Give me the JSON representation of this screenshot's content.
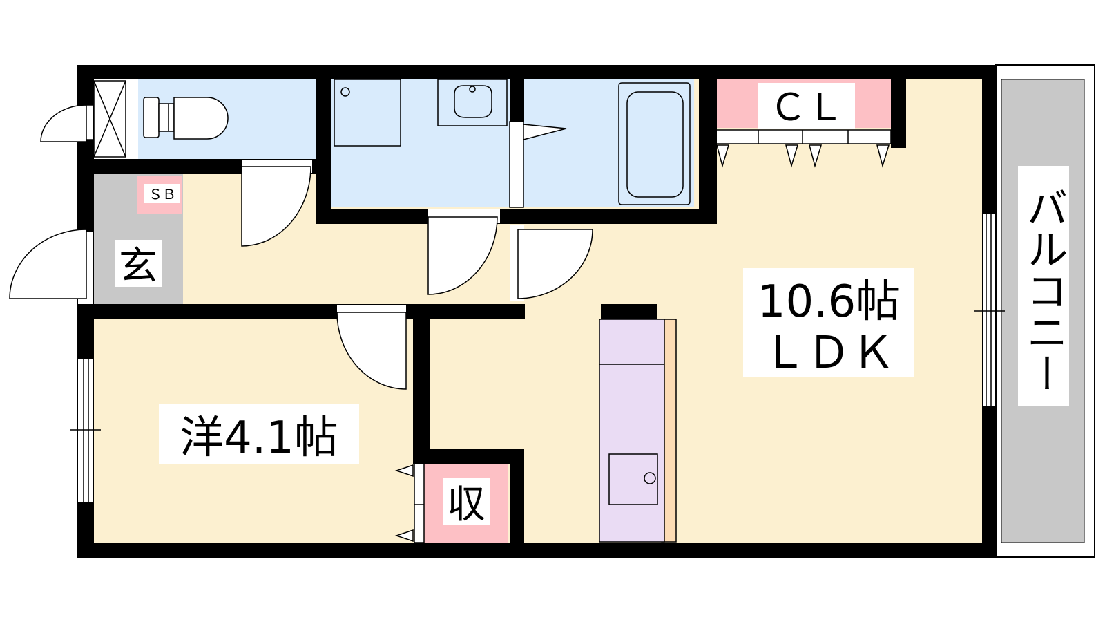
{
  "rooms": {
    "ldk": {
      "area": "10.6帖",
      "type": "ＬＤＫ"
    },
    "western": {
      "label": "洋4.1帖"
    },
    "entrance": {
      "label": "玄"
    },
    "closet_cl": {
      "label": "ＣＬ"
    },
    "storage": {
      "label": "収"
    },
    "shoe_box": {
      "label": "ＳＢ"
    },
    "balcony": {
      "label": "バルコニー"
    }
  },
  "colors": {
    "floor": "#fcf0d0",
    "wet_area": "#d9ebfc",
    "closet": "#fdc0c5",
    "entrance": "#c8c8c8",
    "kitchen": "#eadcf4",
    "balcony": "#c8c8c8",
    "wall": "#000000"
  }
}
